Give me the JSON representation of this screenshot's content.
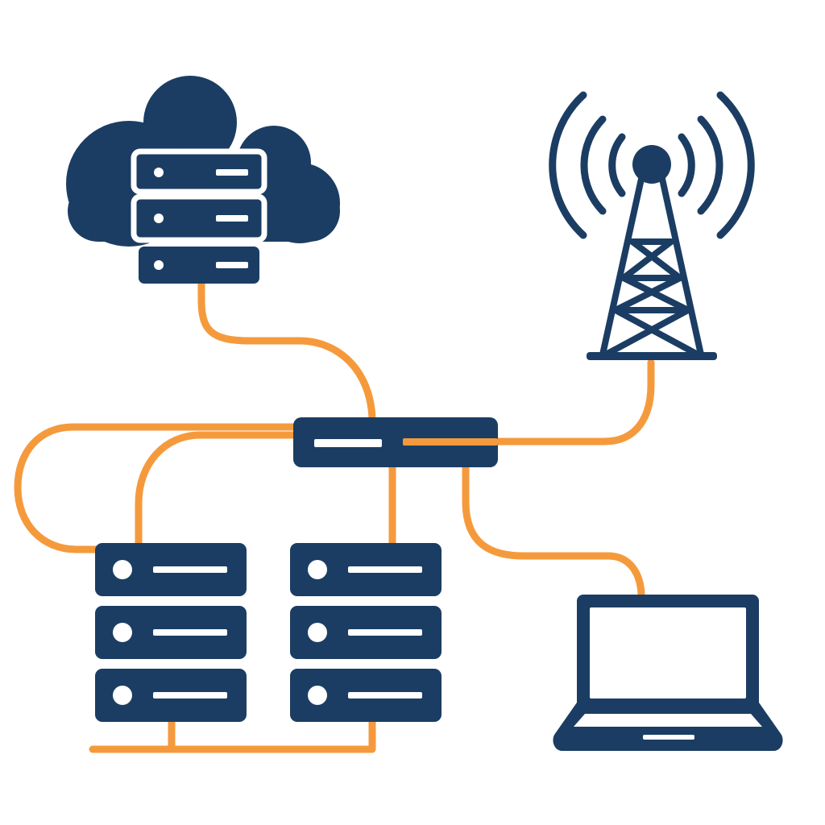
{
  "colors": {
    "navy": "#1b3d63",
    "orange": "#f59a3c",
    "background": "#ffffff"
  },
  "nodes": [
    {
      "name": "cloud-server-node",
      "icon": "cloud-server-icon"
    },
    {
      "name": "cell-tower-node",
      "icon": "cell-tower-icon"
    },
    {
      "name": "network-switch-node",
      "icon": "network-switch-icon"
    },
    {
      "name": "server-rack-left",
      "icon": "server-rack-icon"
    },
    {
      "name": "server-rack-right",
      "icon": "server-rack-icon"
    },
    {
      "name": "laptop-node",
      "icon": "laptop-icon"
    }
  ],
  "connections": [
    {
      "from": "cloud-server-node",
      "to": "network-switch-node"
    },
    {
      "from": "network-switch-node",
      "to": "cell-tower-node"
    },
    {
      "from": "network-switch-node",
      "to": "server-rack-left"
    },
    {
      "from": "network-switch-node",
      "to": "server-rack-right"
    },
    {
      "from": "network-switch-node",
      "to": "laptop-node"
    },
    {
      "from": "server-rack-left",
      "to": "server-rack-right"
    }
  ]
}
